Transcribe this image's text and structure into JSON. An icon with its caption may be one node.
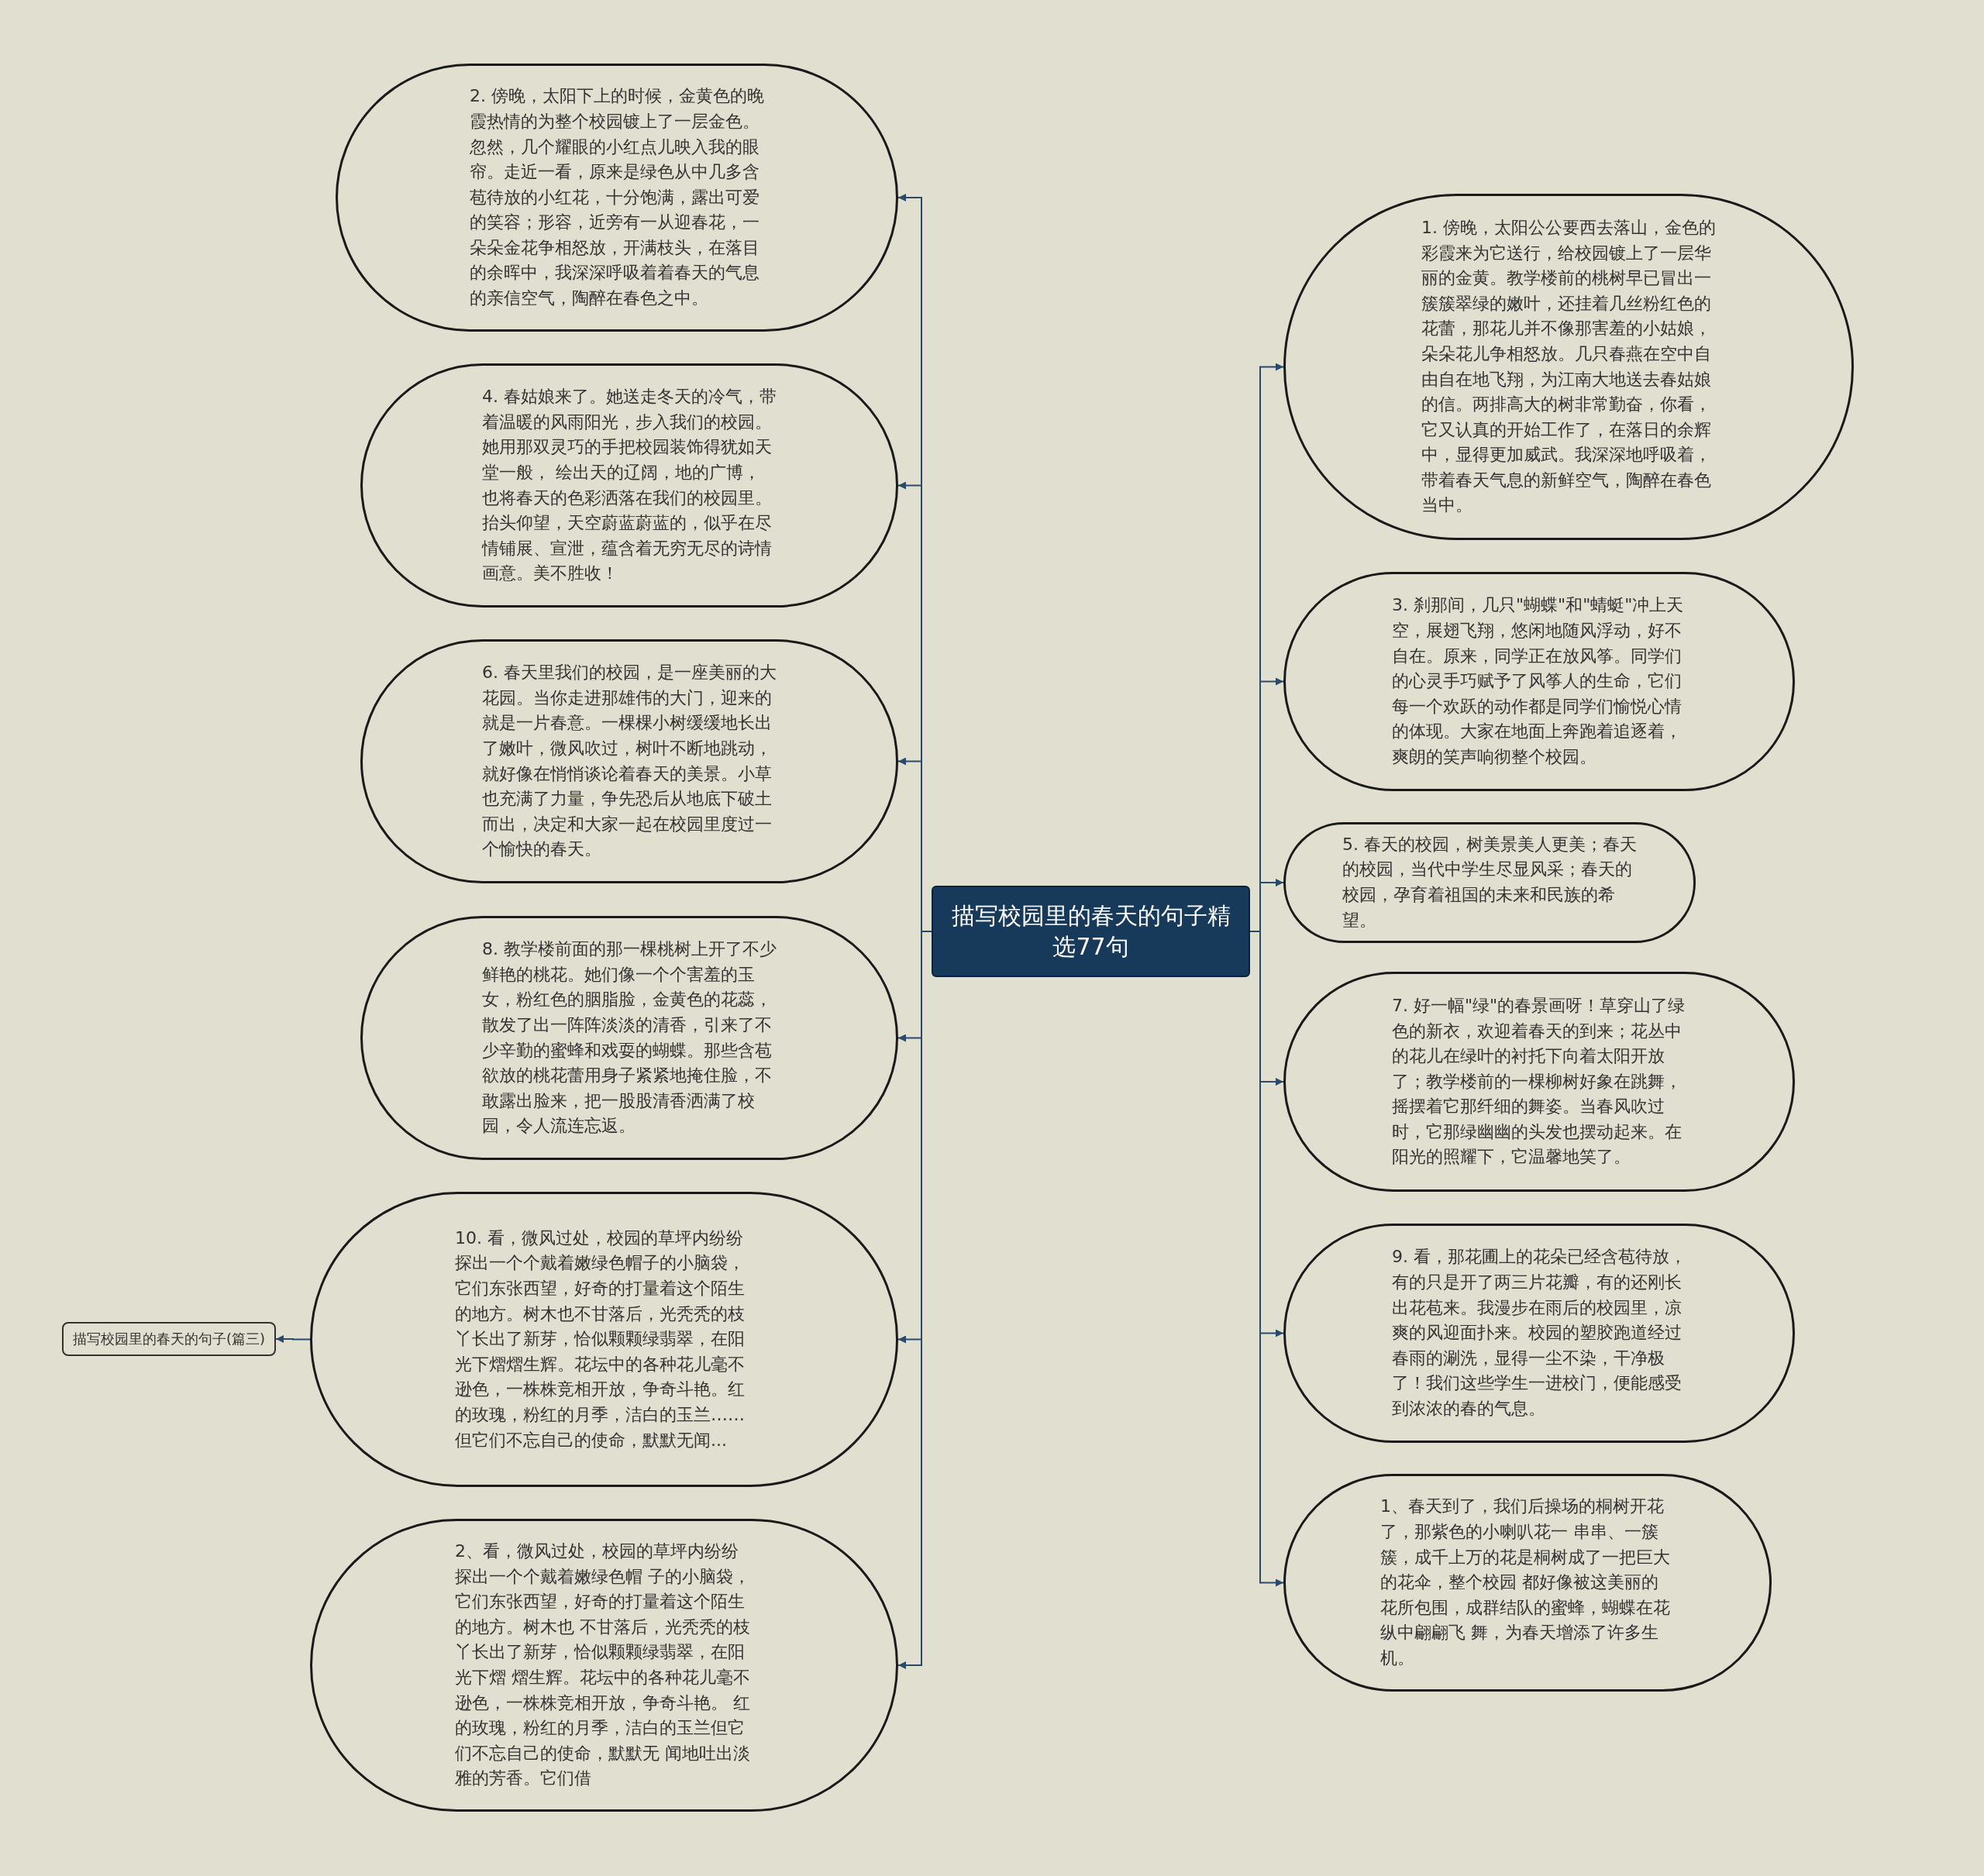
{
  "diagram": {
    "nodes": [
      {
        "text": [
          "描写校园里的春天的句子精选77句"
        ]
      },
      {
        "text": [
          "2. 傍晚，太阳下上的时候，金黄色的晚霞热情的为整个校园镀上了一层金色。忽然，几个耀眼的小红点儿映入我的眼帘。走近一看，原来是绿色从中几多含苞待放的小红花，十分饱满，露出可爱的笑容；形容，近旁有一从迎春花，一朵朵金花争相怒放，开满枝头，在落目的余晖中，我深深呼吸着着春天的气息的亲信空气，陶醉在春色之中。"
        ]
      },
      {
        "text": [
          "4. 春姑娘来了。她送走冬天的冷气，带着温暖的风雨阳光，步入我们的校园。她用那双灵巧的手把校园装饰得犹如天堂一般， 绘出天的辽阔，地的广博，也将春天的色彩洒落在我们的校园里。抬头仰望，天空蔚蓝蔚蓝的，似乎在尽情铺展、宣泄，蕴含着无穷无尽的诗情画意。美不胜收！"
        ]
      },
      {
        "text": [
          "6. 春天里我们的校园，是一座美丽的大花园。当你走进那雄伟的大门，迎来的就是一片春意。一棵棵小树缓缓地长出了嫩叶，微风吹过，树叶不断地跳动，就好像在悄悄谈论着春天的美景。小草也充满了力量，争先恐后从地底下破土而出，决定和大家一起在校园里度过一个愉快的春天。"
        ]
      },
      {
        "text": [
          "8. 教学楼前面的那一棵桃树上开了不少鲜艳的桃花。她们像一个个害羞的玉女，粉红色的胭脂脸，金黄色的花蕊，散发了出一阵阵淡淡的清香，引来了不少辛勤的蜜蜂和戏耍的蝴蝶。那些含苞欲放的桃花蕾用身子紧紧地掩住脸，不敢露出脸来，把一股股清香洒满了校园，令人流连忘返。"
        ]
      },
      {
        "text": [
          "10. 看，微风过处，校园的草坪内纷纷探出一个个戴着嫩绿色帽子的小脑袋，它们东张西望，好奇的打量着这个陌生的地方。树木也不甘落后，光秃秃的枝丫长出了新芽，恰似颗颗绿翡翠，在阳光下熠熠生辉。花坛中的各种花儿毫不逊色，一株株竞相开放，争奇斗艳。红的玫瑰，粉红的月季，洁白的玉兰……但它们不忘自己的使命，默默无闻..."
        ]
      },
      {
        "text": [
          "2、看，微风过处，校园的草坪内纷纷探出一个个戴着嫩绿色帽 子的小脑袋，它们东张西望，好奇的打量着这个陌生的地方。树木也 不甘落后，光秃秃的枝丫长出了新芽，恰似颗颗绿翡翠，在阳光下熠 熠生辉。花坛中的各种花儿毫不逊色，一株株竞相开放，争奇斗艳。 红的玫瑰，粉红的月季，洁白的玉兰但它们不忘自己的使命，默默无 闻地吐出淡雅的芳香。它们借"
        ]
      },
      {
        "text": [
          "描写校园里的春天的句子(篇三)"
        ]
      },
      {
        "text": [
          "1. 傍晚，太阳公公要西去落山，金色的彩霞来为它送行，给校园镀上了一层华丽的金黄。教学楼前的桃树早已冒出一簇簇翠绿的嫩叶，还挂着几丝粉红色的花蕾，那花儿并不像那害羞的小姑娘，朵朵花儿争相怒放。几只春燕在空中自由自在地飞翔，为江南大地送去春姑娘的信。两排高大的树非常勤奋，你看，它又认真的开始工作了，在落日的余辉中，显得更加威武。我深深地呼吸着，带着春天气息的新鲜空气，陶醉在春色当中。"
        ]
      },
      {
        "text": [
          "3. 刹那间，几只\"蝴蝶\"和\"蜻蜓\"冲上天空，展翅飞翔，悠闲地随风浮动，好不自在。原来，同学正在放风筝。同学们的心灵手巧赋予了风筝人的生命，它们每一个欢跃的动作都是同学们愉悦心情的体现。大家在地面上奔跑着追逐着，爽朗的笑声响彻整个校园。"
        ]
      },
      {
        "text": [
          "5. 春天的校园，树美景美人更美；春天的校园，当代中学生尽显风采；春天的校园，孕育着祖国的未来和民族的希望。"
        ]
      },
      {
        "text": [
          "7. 好一幅\"绿\"的春景画呀！草穿山了绿色的新衣，欢迎着春天的到来；花丛中的花儿在绿叶的衬托下向着太阳开放了；教学楼前的一棵柳树好象在跳舞，摇摆着它那纤细的舞姿。当春风吹过时，它那绿幽幽的头发也摆动起来。在阳光的照耀下，它温馨地笑了。"
        ]
      },
      {
        "text": [
          "9. 看，那花圃上的花朵已经含苞待放，有的只是开了两三片花瓣，有的还刚长出花苞来。我漫步在雨后的校园里，凉爽的风迎面扑来。校园的塑胶跑道经过春雨的涮洗，显得一尘不染，干净极了！我们这些学生一进校门，便能感受到浓浓的春的气息。"
        ]
      },
      {
        "text": [
          "1、春天到了，我们后操场的桐树开花了，那紫色的小喇叭花一 串串、一簇簇，成千上万的花是桐树成了一把巨大的花伞，整个校园 都好像被这美丽的花所包围，成群结队的蜜蜂，蝴蝶在花纵中翩翩飞 舞，为春天增添了许多生机。"
        ]
      }
    ],
    "edges": [
      {
        "from": 0,
        "to": 1,
        "arrow": "to"
      },
      {
        "from": 0,
        "to": 2,
        "arrow": "to"
      },
      {
        "from": 0,
        "to": 3,
        "arrow": "to"
      },
      {
        "from": 0,
        "to": 4,
        "arrow": "to"
      },
      {
        "from": 0,
        "to": 5,
        "arrow": "to"
      },
      {
        "from": 0,
        "to": 6,
        "arrow": "to"
      },
      {
        "from": 5,
        "to": 7,
        "arrow": "to"
      },
      {
        "from": 0,
        "to": 8,
        "arrow": "to"
      },
      {
        "from": 0,
        "to": 9,
        "arrow": "to"
      },
      {
        "from": 0,
        "to": 10,
        "arrow": "to"
      },
      {
        "from": 0,
        "to": 11,
        "arrow": "to"
      },
      {
        "from": 0,
        "to": 12,
        "arrow": "to"
      },
      {
        "from": 0,
        "to": 13,
        "arrow": "to"
      }
    ]
  }
}
